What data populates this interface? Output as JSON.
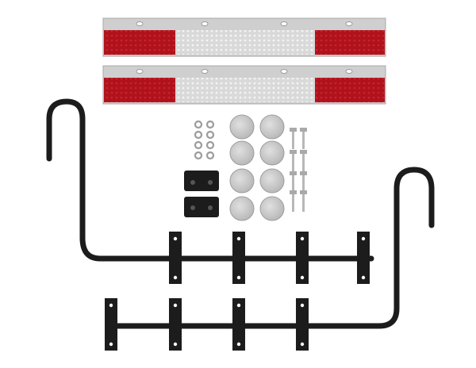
{
  "image": {
    "subject": "reflector-mounting-kit-product-photo",
    "background_color": "#ffffff",
    "colors": {
      "reflector_red": "#b0121c",
      "reflector_red_dark": "#7e0a12",
      "reflector_silver": "#d9d9d9",
      "strip_metal": "#cfcfcf",
      "bracket_black": "#1c1c1c",
      "washer_gray": "#c8c8c8",
      "bolt_gray": "#a9a9a9"
    }
  },
  "components": {
    "reflector_strips": {
      "count": 2
    },
    "rubber_pads": {
      "count": 8
    },
    "small_washers": {
      "count": 8
    },
    "bolts": {
      "count": 4
    },
    "clamp_blocks": {
      "count": 2
    },
    "mounting_brackets": {
      "count": 2
    }
  }
}
